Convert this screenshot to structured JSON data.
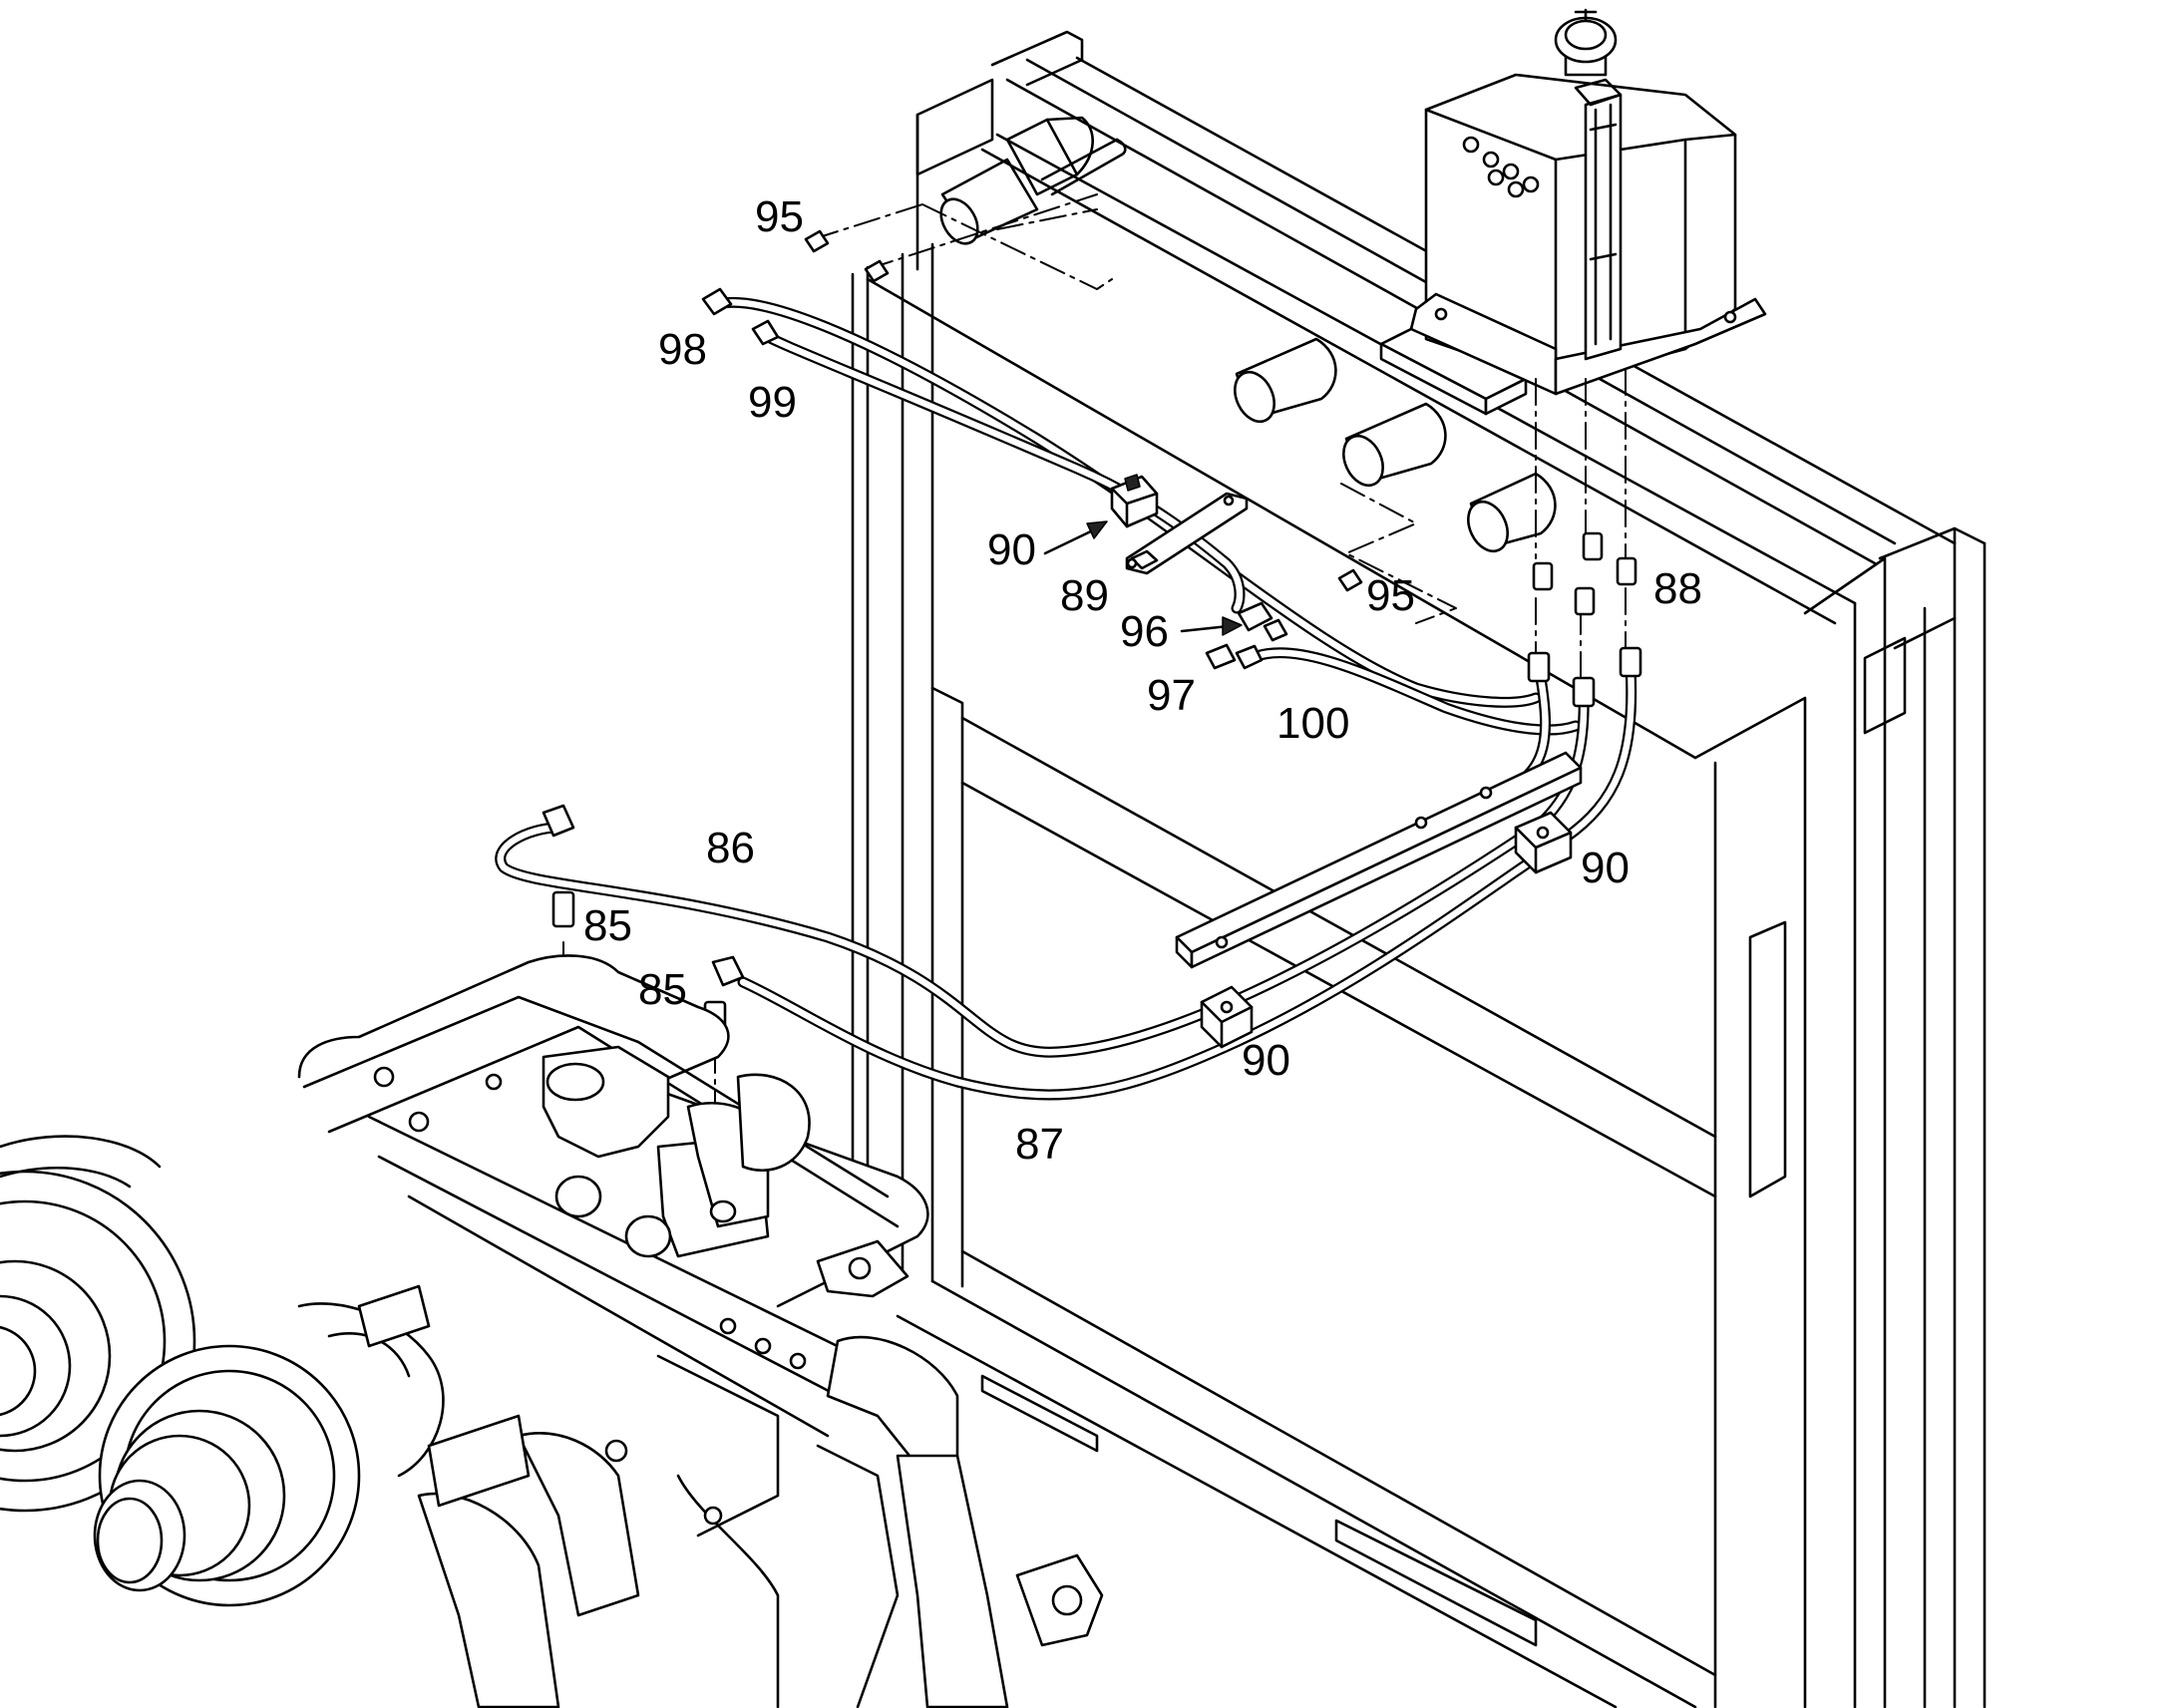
{
  "callouts": {
    "c95a": "95",
    "c98": "98",
    "c99": "99",
    "c90a": "90",
    "c89": "89",
    "c96": "96",
    "c97": "97",
    "c100": "100",
    "c95b": "95",
    "c88": "88",
    "c86": "86",
    "c85a": "85",
    "c85b": "85",
    "c90b": "90",
    "c90c": "90",
    "c87": "87"
  },
  "colors": {
    "line": "#000000",
    "background": "#ffffff"
  }
}
